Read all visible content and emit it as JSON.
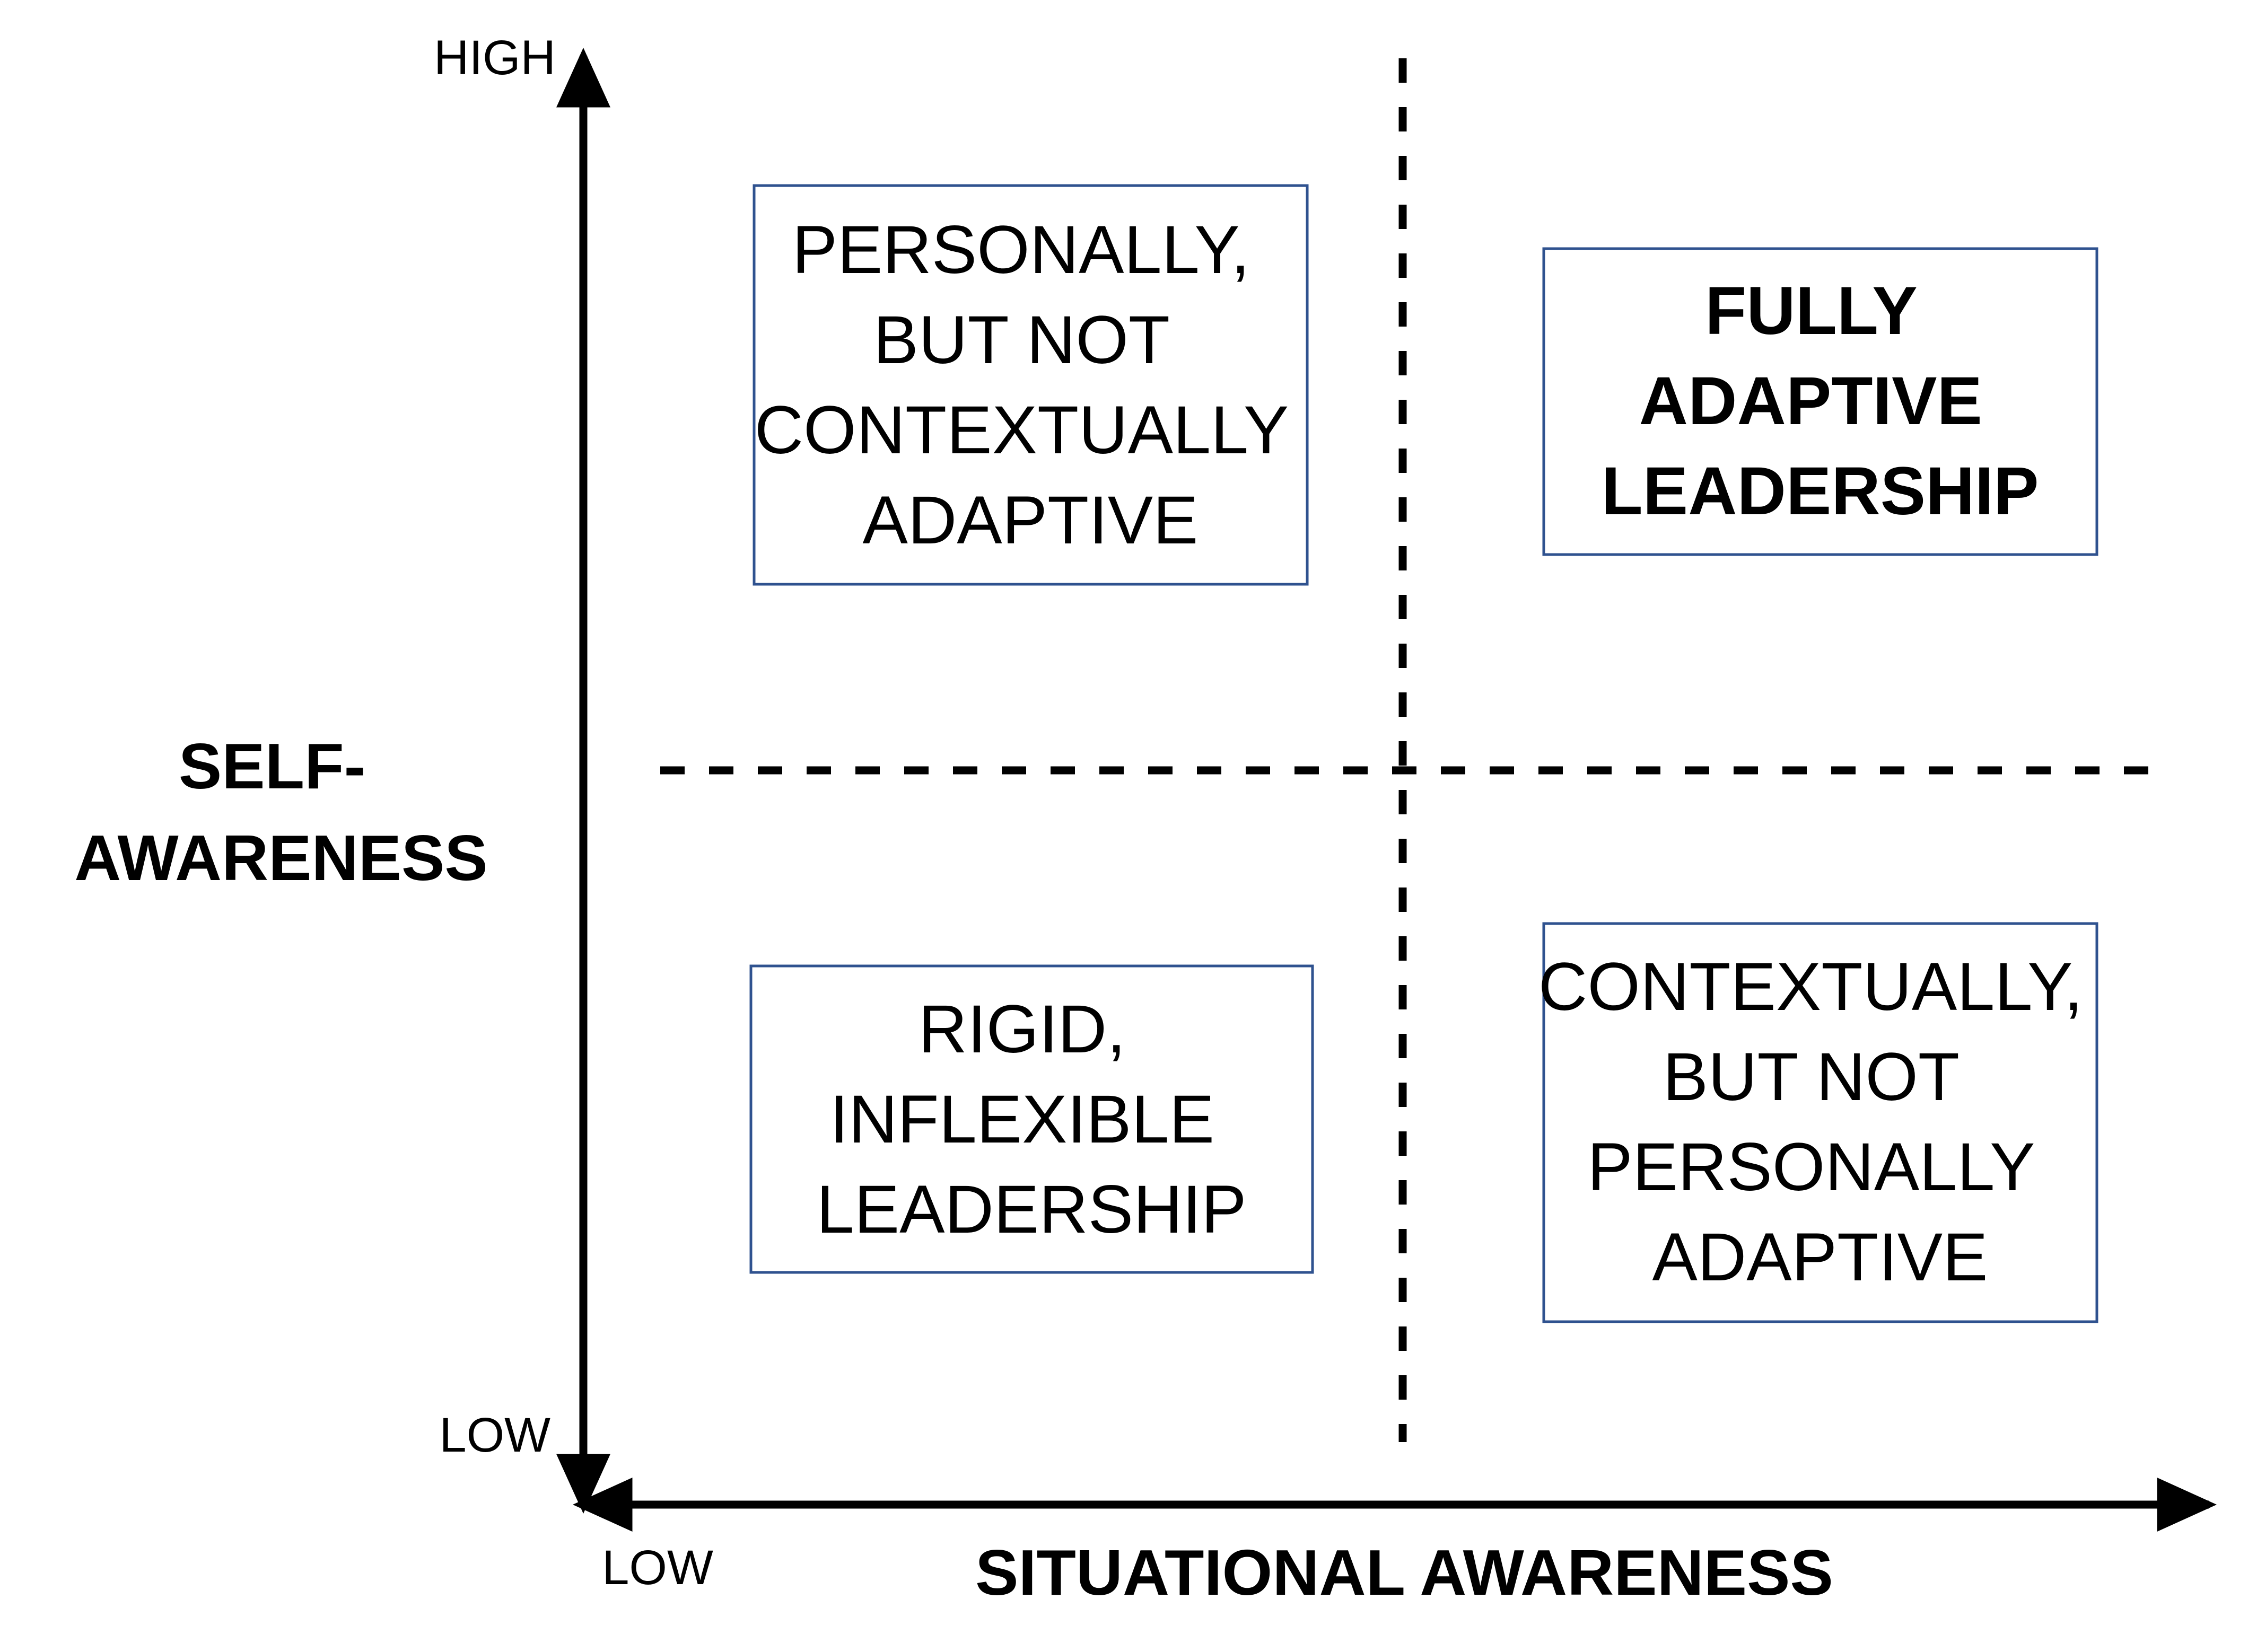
{
  "y_axis": {
    "title_lines": [
      "SELF-",
      "AWARENESS"
    ],
    "high_label": "HIGH",
    "low_label": "LOW"
  },
  "x_axis": {
    "title": "SITUATIONAL AWARENESS",
    "low_label": "LOW"
  },
  "quadrants": {
    "top_left": {
      "lines": [
        "PERSONALLY,",
        "BUT NOT",
        "CONTEXTUALLY",
        "ADAPTIVE"
      ],
      "emphasis": false
    },
    "top_right": {
      "lines": [
        "FULLY",
        "ADAPTIVE",
        "LEADERSHIP"
      ],
      "emphasis": true
    },
    "bottom_left": {
      "lines": [
        "RIGID,",
        "INFLEXIBLE",
        "LEADERSHIP"
      ],
      "emphasis": false
    },
    "bottom_right": {
      "lines": [
        "CONTEXTUALLY,",
        "BUT NOT",
        "PERSONALLY",
        "ADAPTIVE"
      ],
      "emphasis": false
    }
  },
  "colors": {
    "box_border": "#2f528f",
    "lines": "#000000"
  }
}
